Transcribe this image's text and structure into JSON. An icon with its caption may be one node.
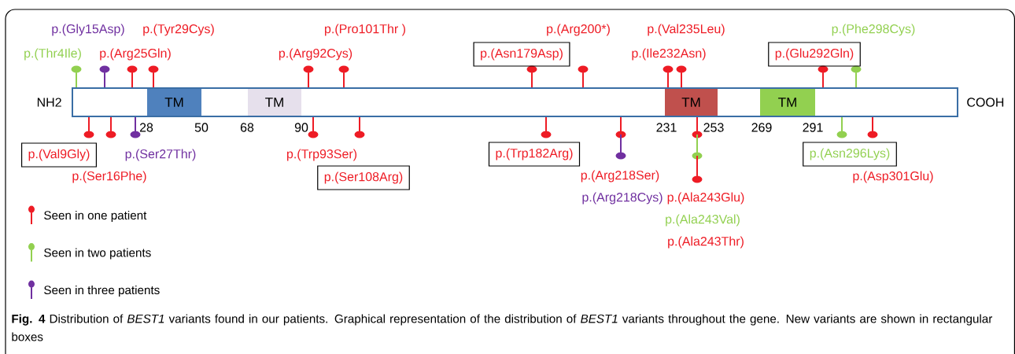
{
  "diagram": {
    "caption": "**Fig. 4** Distribution of *BEST1* variants found in our patients. Graphical representation of the distribution of *BEST1* variants throughout the gene. New variants are shown in rectangular boxes",
    "nodes": [
      {
        "text": [],
        "shape": "bar",
        "beside": [
          "NH2",
          "COOH"
        ]
      },
      {
        "text": [
          "TM"
        ],
        "in": 0
      },
      {
        "text": [
          "TM"
        ],
        "in": 0
      },
      {
        "text": [
          "TM"
        ],
        "in": 0
      },
      {
        "text": [
          "TM"
        ],
        "in": 0
      },
      {
        "text": [
          "p.(Asn179Asp)"
        ]
      },
      {
        "text": [
          "p.(Glu292Gln)"
        ]
      },
      {
        "text": [
          "p.(Val9Gly)"
        ]
      },
      {
        "text": [
          "p.(Ser108Arg)"
        ]
      },
      {
        "text": [
          "p.(Trp182Arg)"
        ]
      },
      {
        "text": [
          "p.(Asn296Lys)"
        ]
      }
    ],
    "labels": [
      "p.(Gly15Asp)",
      "p.(Tyr29Cys)",
      "p.(Pro101Thr )",
      "p.(Arg200*)",
      "p.(Val235Leu)",
      "p.(Phe298Cys)",
      "p.(Thr4Ile)",
      "p.(Arg25Gln)",
      "p.(Arg92Cys)",
      "p.(Ile232Asn)",
      "28",
      "50",
      "68",
      "90",
      "231",
      "253",
      "269",
      "291",
      "p.(Ser27Thr)",
      "p.(Trp93Ser)",
      "p.(Ser16Phe)",
      "p.(Arg218Ser)",
      "p.(Asp301Glu)",
      "p.(Arg218Cys)",
      "p.(Ala243Glu)",
      "p.(Ala243Val)",
      "p.(Ala243Thr)"
    ],
    "legend": [
      {
        "text": "Seen in one patient"
      },
      {
        "text": "Seen in two patients"
      },
      {
        "text": "Seen in three patients"
      }
    ]
  }
}
